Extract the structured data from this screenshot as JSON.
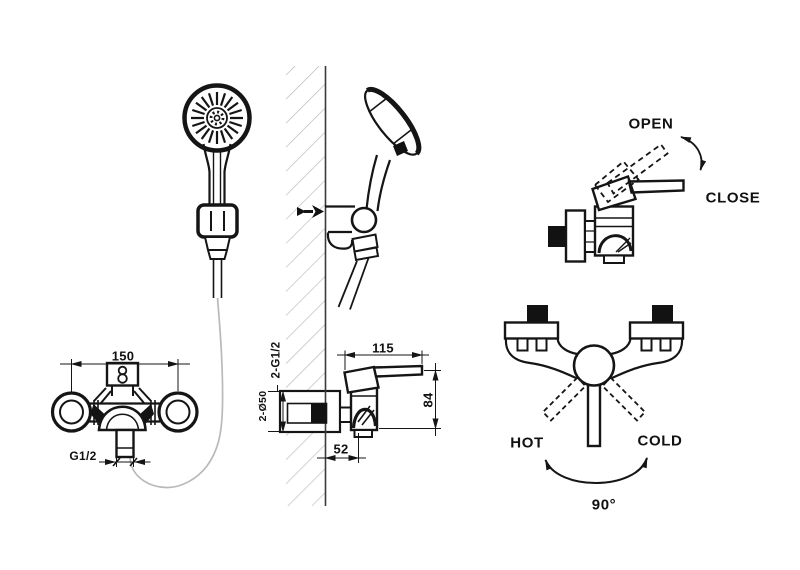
{
  "diagram": {
    "type": "technical-installation-drawing",
    "subject": "wall-mounted shower mixer with handshower",
    "valve_side_view": {
      "open_label": "OPEN",
      "close_label": "CLOSE"
    },
    "mixer_front_view": {
      "center_distance_dim": "150",
      "outlet_thread_label": "G1/2"
    },
    "mixer_side_view": {
      "depth_dim": "115",
      "height_dim": "84",
      "wall_offset_dim": "52",
      "inlet_thread_label": "2-G1/2",
      "escutcheon_diameter_label": "2-Ø50"
    },
    "mixer_hot_cold_view": {
      "hot_label": "HOT",
      "cold_label": "COLD",
      "rotation_angle_label": "90°"
    }
  },
  "colors": {
    "line": "#151515",
    "fill_dark": "#121212",
    "hose": "#b9b9b9",
    "wall_hatch": "#b6b6b6",
    "background": "#ffffff"
  }
}
